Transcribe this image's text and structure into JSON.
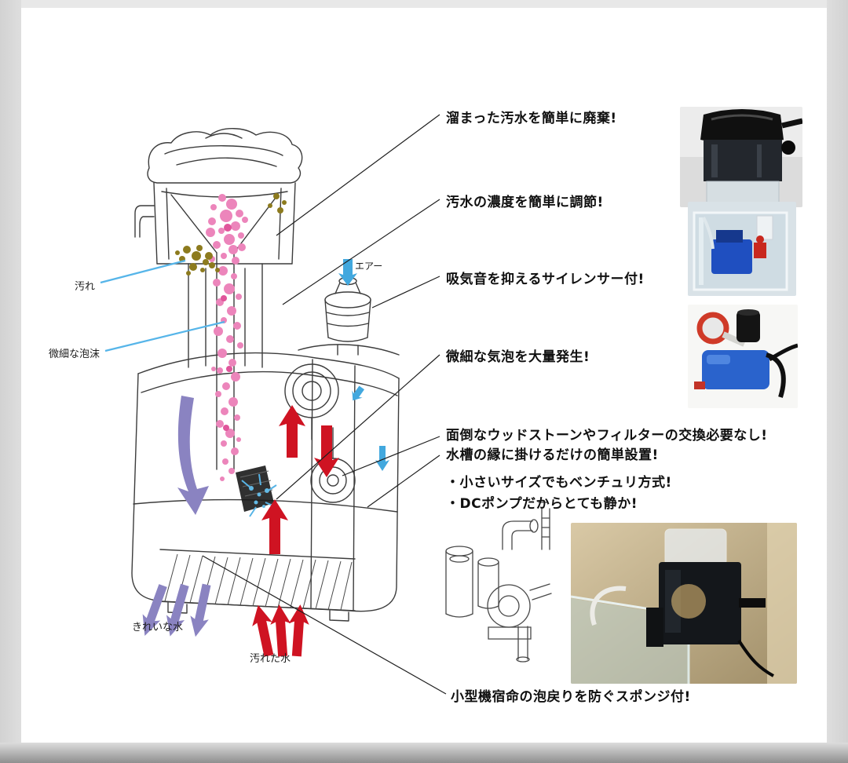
{
  "colors": {
    "pink_bubbles": "#ec85bb",
    "olive_bubbles": "#8d7b1e",
    "purple_arrow": "#8a83c1",
    "red_arrow": "#cf1322",
    "blue_accent": "#42a8de",
    "line_art": "#3c3c3c"
  },
  "labels": {
    "dirt": "汚れ",
    "fine_foam": "微細な泡沫",
    "air": "エアー",
    "clean_water": "きれいな水",
    "dirty_water": "汚れた水"
  },
  "callouts": [
    {
      "text": "溜まった汚水を簡単に廃棄!"
    },
    {
      "text": "汚水の濃度を簡単に調節!"
    },
    {
      "text": "吸気音を抑えるサイレンサー付!"
    },
    {
      "text": "微細な気泡を大量発生!"
    },
    {
      "text": "面倒なウッドストーンやフィルターの交換必要なし!"
    },
    {
      "text": "水槽の縁に掛けるだけの簡単設置!"
    },
    {
      "text": "・小さいサイズでもベンチュリ方式!"
    },
    {
      "text": "・DCポンプだからとても静か!"
    },
    {
      "text": "小型機宿命の泡戻りを防ぐスポンジ付!"
    }
  ]
}
